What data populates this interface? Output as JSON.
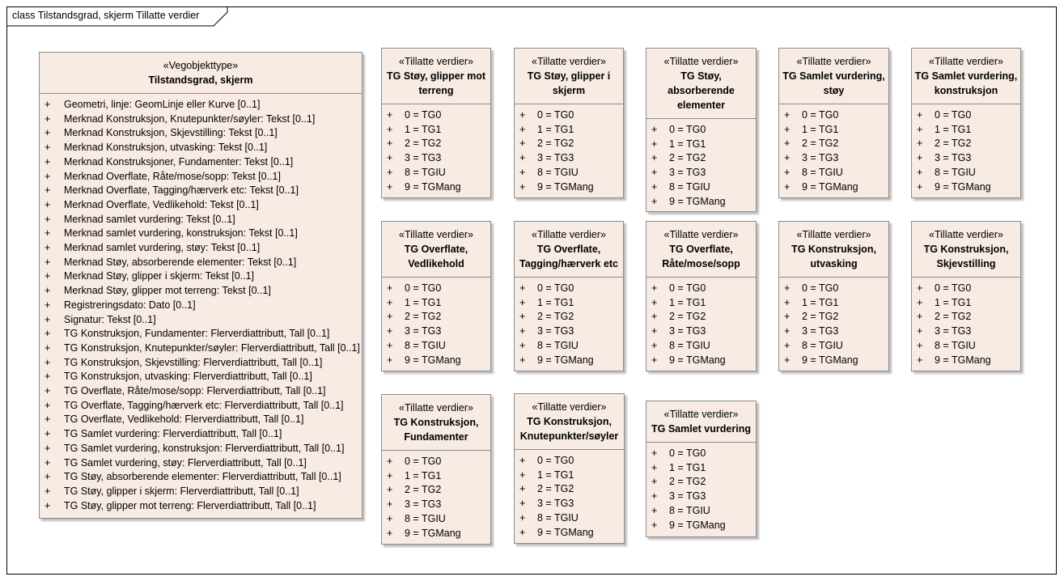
{
  "frame": {
    "title": "class Tilstandsgrad, skjerm Tillatte verdier"
  },
  "main_class": {
    "stereotype": "«Vegobjekttype»",
    "name": "Tilstandsgrad, skjerm",
    "attributes": [
      {
        "vis": "+",
        "text": "Geometri, linje: GeomLinje eller Kurve [0..1]"
      },
      {
        "vis": "+",
        "text": "Merknad Konstruksjon, Knutepunkter/søyler: Tekst [0..1]"
      },
      {
        "vis": "+",
        "text": "Merknad Konstruksjon, Skjevstilling: Tekst [0..1]"
      },
      {
        "vis": "+",
        "text": "Merknad Konstruksjon, utvasking: Tekst [0..1]"
      },
      {
        "vis": "+",
        "text": "Merknad Konstruksjoner, Fundamenter: Tekst [0..1]"
      },
      {
        "vis": "+",
        "text": "Merknad Overflate, Råte/mose/sopp: Tekst [0..1]"
      },
      {
        "vis": "+",
        "text": "Merknad Overflate, Tagging/hærverk etc: Tekst [0..1]"
      },
      {
        "vis": "+",
        "text": "Merknad Overflate, Vedlikehold: Tekst [0..1]"
      },
      {
        "vis": "+",
        "text": "Merknad samlet vurdering: Tekst [0..1]"
      },
      {
        "vis": "+",
        "text": "Merknad samlet vurdering, konstruksjon: Tekst [0..1]"
      },
      {
        "vis": "+",
        "text": "Merknad samlet vurdering, støy: Tekst [0..1]"
      },
      {
        "vis": "+",
        "text": "Merknad Støy, absorberende elementer: Tekst [0..1]"
      },
      {
        "vis": "+",
        "text": "Merknad Støy, glipper i skjerm: Tekst [0..1]"
      },
      {
        "vis": "+",
        "text": "Merknad Støy, glipper mot terreng: Tekst [0..1]"
      },
      {
        "vis": "+",
        "text": "Registreringsdato: Dato [0..1]"
      },
      {
        "vis": "+",
        "text": "Signatur: Tekst [0..1]"
      },
      {
        "vis": "+",
        "text": "TG Konstruksjon, Fundamenter: Flerverdiattributt, Tall [0..1]"
      },
      {
        "vis": "+",
        "text": "TG Konstruksjon, Knutepunkter/søyler: Flerverdiattributt, Tall [0..1]"
      },
      {
        "vis": "+",
        "text": "TG Konstruksjon, Skjevstilling: Flerverdiattributt, Tall [0..1]"
      },
      {
        "vis": "+",
        "text": "TG Konstruksjon, utvasking: Flerverdiattributt, Tall [0..1]"
      },
      {
        "vis": "+",
        "text": "TG Overflate, Råte/mose/sopp: Flerverdiattributt, Tall [0..1]"
      },
      {
        "vis": "+",
        "text": "TG Overflate, Tagging/hærverk etc: Flerverdiattributt, Tall [0..1]"
      },
      {
        "vis": "+",
        "text": "TG Overflate, Vedlikehold: Flerverdiattributt, Tall [0..1]"
      },
      {
        "vis": "+",
        "text": "TG Samlet vurdering: Flerverdiattributt, Tall [0..1]"
      },
      {
        "vis": "+",
        "text": "TG Samlet vurdering, konstruksjon: Flerverdiattributt, Tall [0..1]"
      },
      {
        "vis": "+",
        "text": "TG Samlet vurdering, støy: Flerverdiattributt, Tall [0..1]"
      },
      {
        "vis": "+",
        "text": "TG Støy, absorberende elementer: Flerverdiattributt, Tall [0..1]"
      },
      {
        "vis": "+",
        "text": "TG Støy, glipper i skjerm: Flerverdiattributt, Tall [0..1]"
      },
      {
        "vis": "+",
        "text": "TG Støy, glipper mot terreng: Flerverdiattributt, Tall [0..1]"
      }
    ]
  },
  "value_classes": [
    {
      "stereotype": "«Tillatte verdier»",
      "name_lines": [
        "TG Støy, glipper mot",
        "terreng"
      ],
      "values": [
        "0 = TG0",
        "1 = TG1",
        "2 = TG2",
        "3 = TG3",
        "8 = TGIU",
        "9 = TGMang"
      ]
    },
    {
      "stereotype": "«Tillatte verdier»",
      "name_lines": [
        "TG Støy, glipper i",
        "skjerm"
      ],
      "values": [
        "0 = TG0",
        "1 = TG1",
        "2 = TG2",
        "3 = TG3",
        "8 = TGIU",
        "9 = TGMang"
      ]
    },
    {
      "stereotype": "«Tillatte verdier»",
      "name_lines": [
        "TG Støy,",
        "absorberende",
        "elementer"
      ],
      "values": [
        "0 = TG0",
        "1 = TG1",
        "2 = TG2",
        "3 = TG3",
        "8 = TGIU",
        "9 = TGMang"
      ]
    },
    {
      "stereotype": "«Tillatte verdier»",
      "name_lines": [
        "TG Samlet vurdering,",
        "støy"
      ],
      "values": [
        "0 = TG0",
        "1 = TG1",
        "2 = TG2",
        "3 = TG3",
        "8 = TGIU",
        "9 = TGMang"
      ]
    },
    {
      "stereotype": "«Tillatte verdier»",
      "name_lines": [
        "TG Samlet vurdering,",
        "konstruksjon"
      ],
      "values": [
        "0 = TG0",
        "1 = TG1",
        "2 = TG2",
        "3 = TG3",
        "8 = TGIU",
        "9 = TGMang"
      ]
    },
    {
      "stereotype": "«Tillatte verdier»",
      "name_lines": [
        "TG Overflate,",
        "Vedlikehold"
      ],
      "values": [
        "0 = TG0",
        "1 = TG1",
        "2 = TG2",
        "3 = TG3",
        "8 = TGIU",
        "9 = TGMang"
      ]
    },
    {
      "stereotype": "«Tillatte verdier»",
      "name_lines": [
        "TG Overflate,",
        "Tagging/hærverk etc"
      ],
      "values": [
        "0 = TG0",
        "1 = TG1",
        "2 = TG2",
        "3 = TG3",
        "8 = TGIU",
        "9 = TGMang"
      ]
    },
    {
      "stereotype": "«Tillatte verdier»",
      "name_lines": [
        "TG Overflate,",
        "Råte/mose/sopp"
      ],
      "values": [
        "0 = TG0",
        "1 = TG1",
        "2 = TG2",
        "3 = TG3",
        "8 = TGIU",
        "9 = TGMang"
      ]
    },
    {
      "stereotype": "«Tillatte verdier»",
      "name_lines": [
        "TG Konstruksjon,",
        "utvasking"
      ],
      "values": [
        "0 = TG0",
        "1 = TG1",
        "2 = TG2",
        "3 = TG3",
        "8 = TGIU",
        "9 = TGMang"
      ]
    },
    {
      "stereotype": "«Tillatte verdier»",
      "name_lines": [
        "TG Konstruksjon,",
        "Skjevstilling"
      ],
      "values": [
        "0 = TG0",
        "1 = TG1",
        "2 = TG2",
        "3 = TG3",
        "8 = TGIU",
        "9 = TGMang"
      ]
    },
    {
      "stereotype": "«Tillatte verdier»",
      "name_lines": [
        "TG Konstruksjon,",
        "Fundamenter"
      ],
      "values": [
        "0 = TG0",
        "1 = TG1",
        "2 = TG2",
        "3 = TG3",
        "8 = TGIU",
        "9 = TGMang"
      ]
    },
    {
      "stereotype": "«Tillatte verdier»",
      "name_lines": [
        "TG Konstruksjon,",
        "Knutepunkter/søyler"
      ],
      "values": [
        "0 = TG0",
        "1 = TG1",
        "2 = TG2",
        "3 = TG3",
        "8 = TGIU",
        "9 = TGMang"
      ]
    },
    {
      "stereotype": "«Tillatte verdier»",
      "name_lines": [
        "TG Samlet vurdering"
      ],
      "values": [
        "0 = TG0",
        "1 = TG1",
        "2 = TG2",
        "3 = TG3",
        "8 = TGIU",
        "9 = TGMang"
      ]
    }
  ],
  "value_visibility": "+",
  "colors": {
    "class_fill": "#f7ebe3",
    "class_border": "#8c8c8c",
    "frame": "#000000"
  }
}
